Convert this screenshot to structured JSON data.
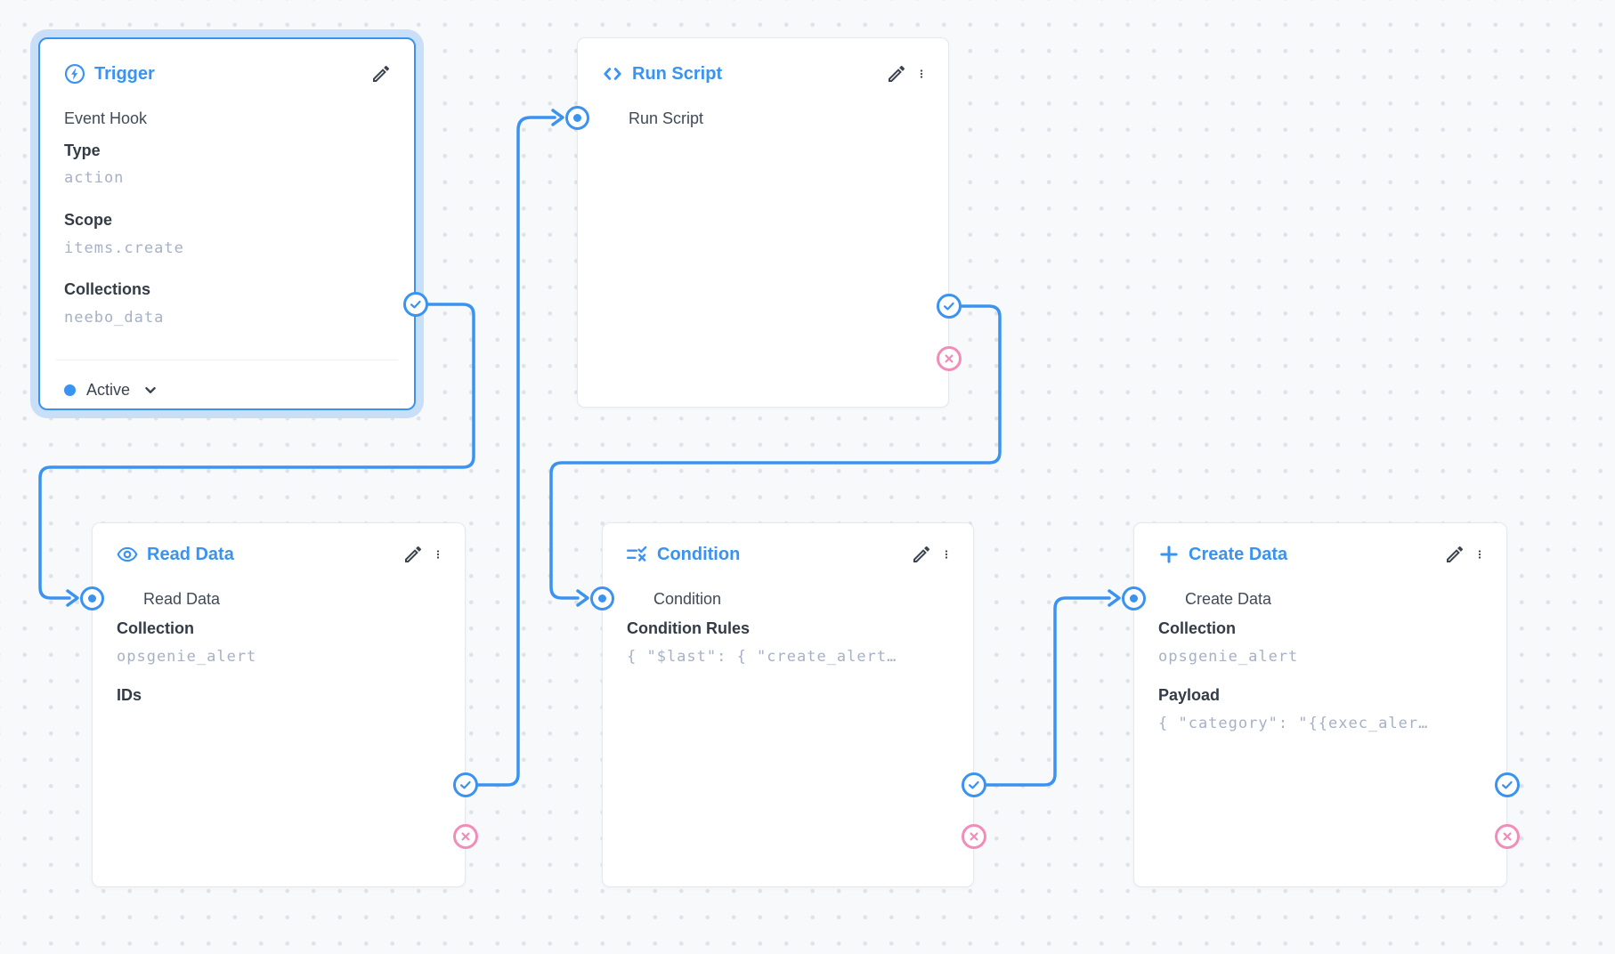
{
  "flow": {
    "canvas": {
      "accent_color": "#3a93f0",
      "reject_color": "#f18db9",
      "selected_halo_color": "#c9def7",
      "background_color": "#f7f9fb",
      "grid_dot_color": "#dee3e9"
    },
    "nodes": [
      {
        "key": "trigger",
        "title": "Trigger",
        "icon": "bolt-circle-icon",
        "subtitle": "Event Hook",
        "fields": [
          {
            "label": "Type",
            "value": "action"
          },
          {
            "label": "Scope",
            "value": "items.create"
          },
          {
            "label": "Collections",
            "value": "neebo_data"
          }
        ],
        "status_label": "Active",
        "selected": true,
        "ports": {
          "resolve": true
        }
      },
      {
        "key": "run_script",
        "title": "Run Script",
        "icon": "code-icon",
        "input_label": "Run Script",
        "fields": [],
        "ports": {
          "input": true,
          "resolve": true,
          "reject": true
        }
      },
      {
        "key": "read_data",
        "title": "Read Data",
        "icon": "eye-icon",
        "input_label": "Read Data",
        "fields": [
          {
            "label": "Collection",
            "value": "opsgenie_alert"
          },
          {
            "label": "IDs"
          }
        ],
        "ports": {
          "input": true,
          "resolve": true,
          "reject": true
        }
      },
      {
        "key": "condition",
        "title": "Condition",
        "icon": "rule-icon",
        "input_label": "Condition",
        "fields": [
          {
            "label": "Condition Rules",
            "value": "{ \"$last\": { \"create_alert…"
          }
        ],
        "ports": {
          "input": true,
          "resolve": true,
          "reject": true
        }
      },
      {
        "key": "create_data",
        "title": "Create Data",
        "icon": "plus-icon",
        "input_label": "Create Data",
        "fields": [
          {
            "label": "Collection",
            "value": "opsgenie_alert"
          },
          {
            "label": "Payload",
            "value": "{ \"category\": \"{{exec_aler…"
          }
        ],
        "ports": {
          "input": true,
          "resolve": true,
          "reject": true
        }
      }
    ],
    "edges": [
      {
        "from": "trigger",
        "from_port": "resolve",
        "to": "read_data"
      },
      {
        "from": "read_data",
        "from_port": "resolve",
        "to": "run_script"
      },
      {
        "from": "run_script",
        "from_port": "resolve",
        "to": "condition"
      },
      {
        "from": "condition",
        "from_port": "resolve",
        "to": "create_data"
      }
    ]
  }
}
